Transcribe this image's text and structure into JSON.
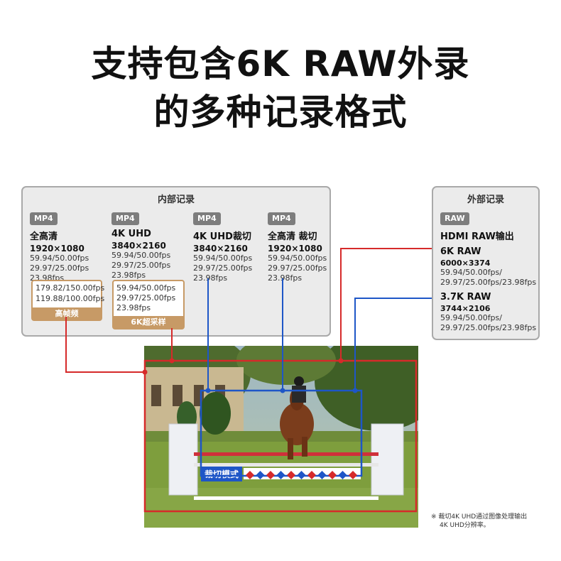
{
  "headline": {
    "line1": "支持包含6K RAW外录",
    "line2": "的多种记录格式"
  },
  "internal": {
    "title": "内部记录",
    "columns": [
      {
        "badge": "MP4",
        "name": "全高清",
        "res": "1920×1080",
        "fps": [
          "59.94/50.00fps",
          "29.97/25.00fps",
          "23.98fps"
        ]
      },
      {
        "badge": "MP4",
        "name": "4K UHD",
        "res": "3840×2160",
        "fps": [
          "59.94/50.00fps",
          "29.97/25.00fps",
          "23.98fps"
        ]
      },
      {
        "badge": "MP4",
        "name": "4K UHD裁切",
        "res": "3840×2160",
        "fps": [
          "59.94/50.00fps",
          "29.97/25.00fps",
          "23.98fps"
        ]
      },
      {
        "badge": "MP4",
        "name": "全高清 裁切",
        "res": "1920×1080",
        "fps": [
          "59.94/50.00fps",
          "29.97/25.00fps",
          "23.98fps"
        ]
      }
    ],
    "high_frame": {
      "fps": [
        "179.82/150.00fps",
        "119.88/100.00fps"
      ],
      "tag": "高帧频"
    },
    "oversample": {
      "fps": [
        "59.94/50.00fps",
        "29.97/25.00fps",
        "23.98fps"
      ],
      "tag": "6K超采样"
    }
  },
  "external": {
    "title": "外部记录",
    "badge": "RAW",
    "name": "HDMI RAW输出",
    "formats": [
      {
        "name": "6K RAW",
        "res": "6000×3374",
        "fps": [
          "59.94/50.00fps/",
          "29.97/25.00fps/23.98fps"
        ]
      },
      {
        "name": "3.7K RAW",
        "res": "3744×2106",
        "fps": [
          "59.94/50.00fps/",
          "29.97/25.00fps/23.98fps"
        ]
      }
    ]
  },
  "crop_label": "裁切模式",
  "note": {
    "line1": "※ 裁切4K UHD通过图像处理输出",
    "line2": "4K UHD分辨率。"
  },
  "colors": {
    "red": "#d62a2a",
    "blue": "#1e56c7",
    "tan": "#c79a66",
    "badge": "#7d7d7d"
  },
  "photo_subject": "show-jumping horse and rider over colorful fence"
}
